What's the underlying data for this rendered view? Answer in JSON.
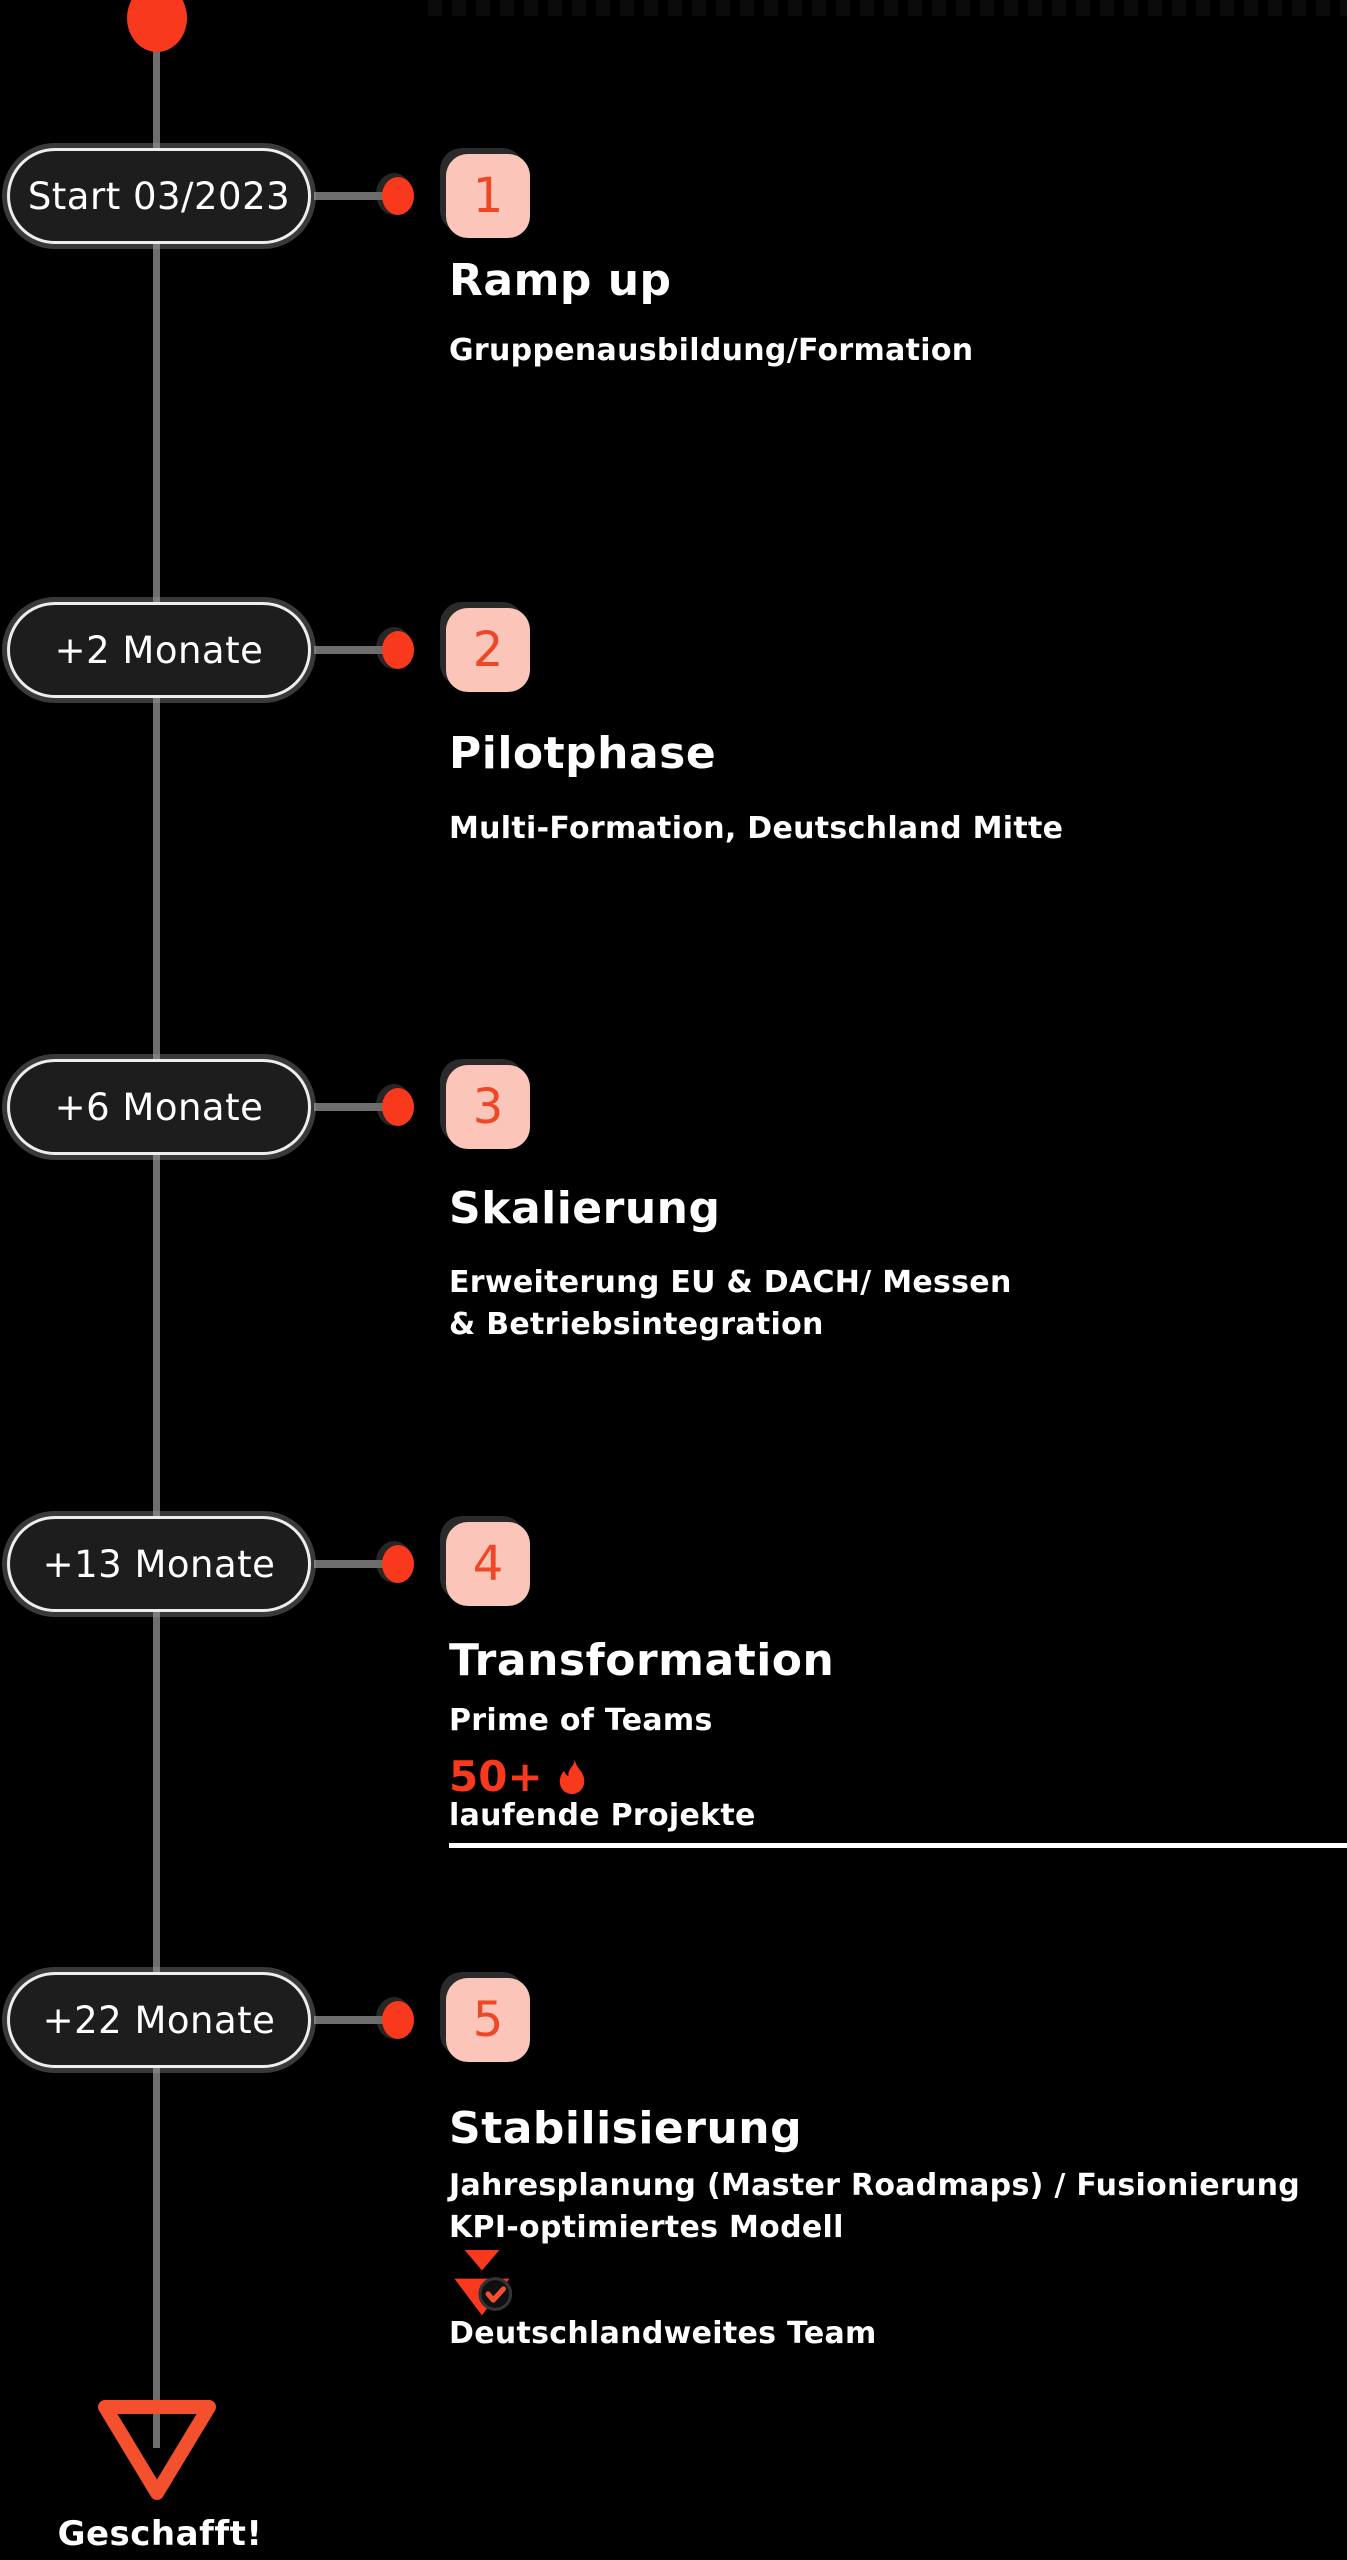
{
  "colors": {
    "background": "#000000",
    "accent_red": "#f9391d",
    "badge_pink": "#fbc5ba",
    "badge_number_red": "#ee4726",
    "spine_gray": "#6e6e6e",
    "pill_bg": "#1d1d1d",
    "pill_border": "#ededed",
    "text_white": "#ffffff"
  },
  "timeline": {
    "milestones": [
      {
        "pill": "Start 03/2023",
        "number": "1",
        "title": "Ramp up",
        "description": "Gruppenausbildung/Formation"
      },
      {
        "pill": "+2 Monate",
        "number": "2",
        "title": "Pilotphase",
        "description": "Multi-Formation, Deutschland Mitte"
      },
      {
        "pill": "+6 Monate",
        "number": "3",
        "title": "Skalierung",
        "description": "Erweiterung EU & DACH/ Messen\n& Betriebsintegration"
      },
      {
        "pill": "+13 Monate",
        "number": "4",
        "title": "Transformation",
        "description": "Prime of Teams",
        "stat": {
          "value": "50+",
          "icon": "flame-icon",
          "label": "laufende Projekte"
        }
      },
      {
        "pill": "+22 Monate",
        "number": "5",
        "title": "Stabilisierung",
        "description": "Jahresplanung (Master Roadmaps) / Fusionierung\nKPI-optimiertes Modell",
        "extra": {
          "icon": "chevrons-down-check-icon",
          "label": "Deutschlandweites Team"
        }
      }
    ],
    "end": {
      "icon": "arrow-down-outline-icon",
      "label": "Geschafft!"
    }
  }
}
